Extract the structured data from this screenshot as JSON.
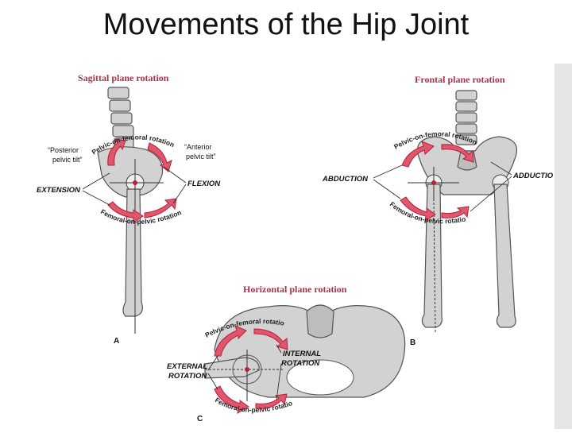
{
  "slide": {
    "title": "Movements of the Hip Joint"
  },
  "sagittal": {
    "title": "Sagittal plane rotation",
    "pelvic_on_femoral": "Pelvic-on-femoral rotation",
    "femoral_on_pelvic": "Femoral-on-pelvic rotation",
    "posterior_tilt_1": "“Posterior",
    "posterior_tilt_2": "pelvic tilt”",
    "anterior_tilt_1": "“Anterior",
    "anterior_tilt_2": "pelvic tilt”",
    "extension": "EXTENSION",
    "flexion": "FLEXION",
    "letter": "A"
  },
  "frontal": {
    "title": "Frontal plane rotation",
    "pelvic_on_femoral": "Pelvic-on-femoral rotation",
    "femoral_on_pelvic": "Femoral-on-pelvic rotation",
    "abduction_left": "ABDUCTION",
    "abduction_right": "ADDUCTIO",
    "letter": "B"
  },
  "horizontal": {
    "title": "Horizontal plane rotation",
    "pelvic_on_femoral": "Pelvic-on-femoral rotation",
    "femoral_on_pelvic": "Femoral-on-pelvic rotation",
    "external_1": "EXTERNAL",
    "external_2": "ROTATION",
    "internal_1": "INTERNAL",
    "internal_2": "ROTATION",
    "letter": "C"
  },
  "colors": {
    "arrow_fill": "#e0566d",
    "title_red": "#b0304a",
    "bone": "#d2d2d2"
  }
}
